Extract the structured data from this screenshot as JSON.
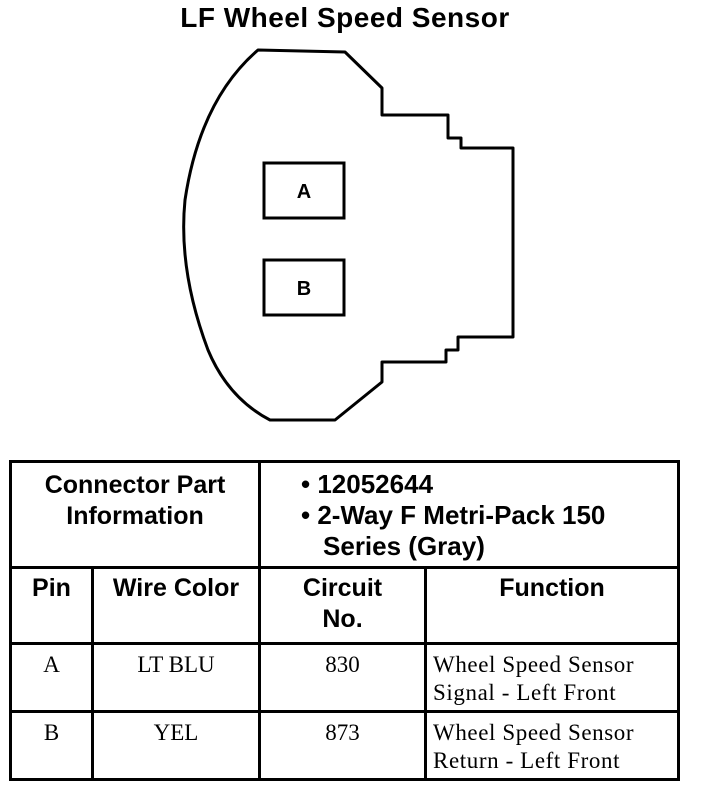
{
  "title": "LF Wheel Speed Sensor",
  "connector": {
    "pins": [
      "A",
      "B"
    ]
  },
  "part_info": {
    "label": "Connector Part Information",
    "bullets": [
      "12052644",
      "2-Way F Metri-Pack 150 Series (Gray)"
    ]
  },
  "table": {
    "headers": {
      "pin": "Pin",
      "wire_color": "Wire Color",
      "circuit_no": "Circuit No.",
      "function": "Function"
    },
    "rows": [
      {
        "pin": "A",
        "wire_color": "LT BLU",
        "circuit_no": "830",
        "function": "Wheel Speed Sensor Signal - Left Front"
      },
      {
        "pin": "B",
        "wire_color": "YEL",
        "circuit_no": "873",
        "function": "Wheel Speed Sensor Return - Left Front"
      }
    ]
  }
}
